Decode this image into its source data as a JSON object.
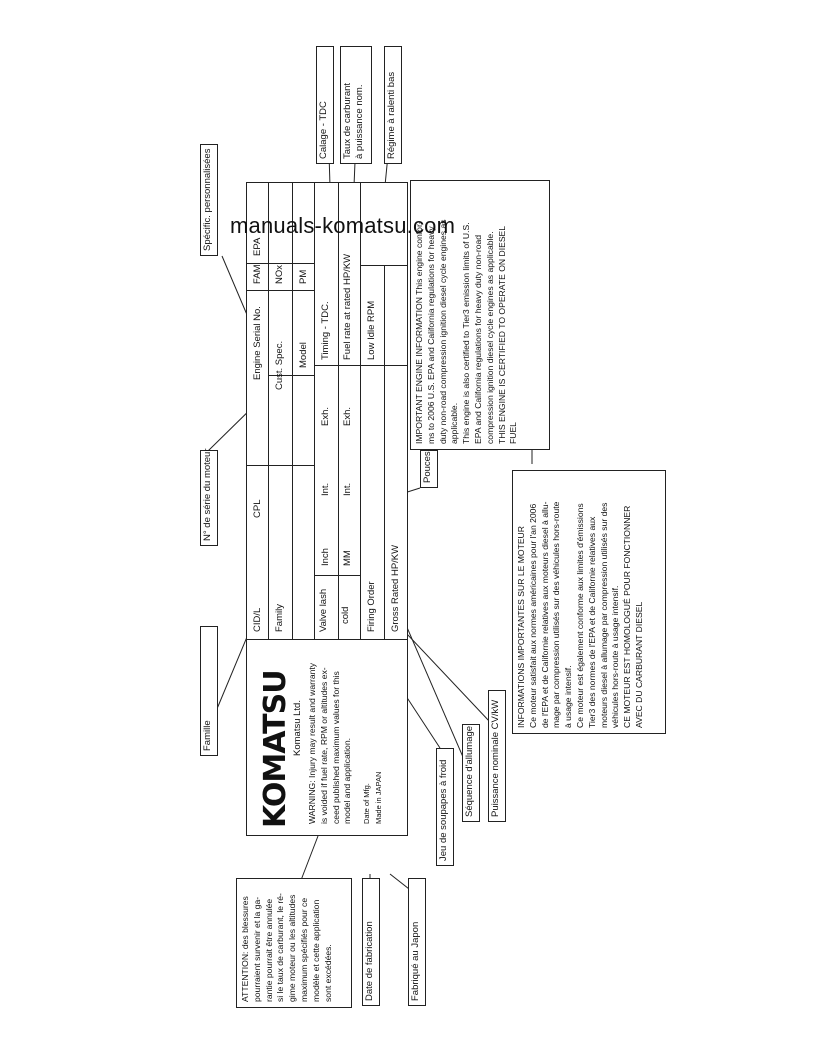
{
  "brand": {
    "logo": "KOMATSU",
    "company": "Komatsu Ltd."
  },
  "plate": {
    "warning": [
      "WARNING: Injury may result and warranty",
      "is voided if fuel rate, RPM or altitudes ex-",
      "ceed published maximum values for this",
      "model and application."
    ],
    "date_of_mfg": "Date of Mfg.",
    "made_in": "Made in JAPAN",
    "cid_l": "CID/L",
    "cpl": "CPL",
    "engine_serial": "Engine Serial No.",
    "fam": "FAM",
    "epa": "EPA",
    "family": "Family",
    "cust_spec": "Cust. Spec.",
    "nox": "NOx",
    "model": "Model",
    "pm": "PM",
    "valve_lash": "Valve lash",
    "cold": "cold",
    "inch": "Inch",
    "mm": "MM",
    "int": "Int.",
    "exh": "Exh.",
    "timing": "Timing - TDC.",
    "firing_order": "Firing Order",
    "fuel_rate": "Fuel rate at rated HP/KW",
    "low_idle": "Low Idle RPM",
    "gross_rated": "Gross Rated HP/KW"
  },
  "important_en": [
    "IMPORTANT ENGINE INFORMATION This engine confor-",
    "ms to 2006 U.S. EPA and California regulations for heavy",
    "duty non-road compression ignition diesel cycle engines as",
    "applicable.",
    "This engine is also certified to Tier3 emission limits of U.S.",
    "EPA and California regulations for heavy duty non-road",
    "compression ignition diesel cycle engines as applicable.",
    "THIS ENGINE IS CERTIFIED TO OPERATE ON DIESEL",
    "FUEL"
  ],
  "important_fr": [
    "INFORMATIONS IMPORTANTES SUR LE MOTEUR",
    "Ce moteur satisfait aux normes américaines pour l'an 2006",
    "de l'EPA et de Californie relatives aux moteurs diesel à allu-",
    "mage par compression utilisés sur des véhicules hors-route",
    "à usage intensif.",
    "Ce moteur est également conforme aux limites d'émissions",
    "Tier3 des normes de l'EPA et de Californie relatives aux",
    "moteurs diesel à allumage par compression utilisés sur des",
    "véhicules hors-route à usage intensif.",
    "CE MOTEUR EST HOMOLOGUÉ POUR FONCTIONNER",
    "AVEC DU CARBURANT DIESEL"
  ],
  "attention_fr": [
    "ATTENTION: des blessures",
    "pourraient survenir et la ga-",
    "rantie pourrait être annulée",
    "si le taux de carburant, le ré-",
    "gime moteur ou les altitudes",
    "maximum spécifiés pour ce",
    "modèle et cette application",
    "sont excédées."
  ],
  "callouts": {
    "calage": "Calage - TDC",
    "taux": [
      "Taux de carburant",
      "à puissance nom."
    ],
    "regime": "Régime à ralenti bas",
    "specif": "Spécific. personnalisées",
    "serie": "N° de série du moteur",
    "famille": "Famille",
    "pouces": "Pouces",
    "jeu": "Jeu de soupapes à froid",
    "sequence": "Séquence d'allumage",
    "puissance": "Puissance nominale CV/kW",
    "date_fab": "Date de fabrication",
    "fabrique": "Fabriqué au Japon"
  },
  "watermark": "manuals-komatsu.com"
}
